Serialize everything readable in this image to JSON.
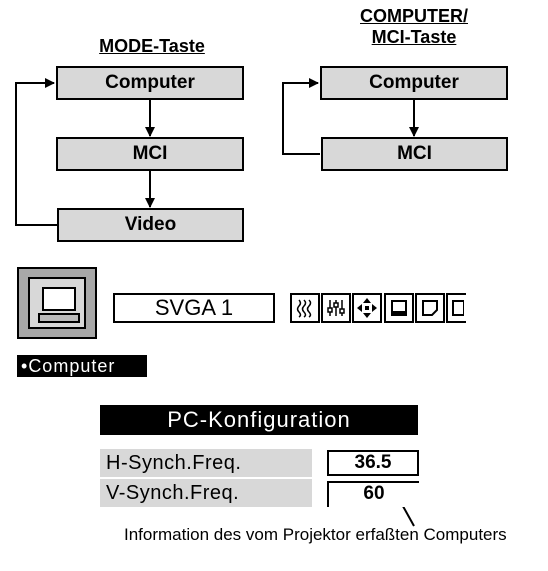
{
  "mode_diagram": {
    "title": "MODE-Taste",
    "items": [
      "Computer",
      "MCI",
      "Video"
    ]
  },
  "computer_diagram": {
    "title_line1": "COMPUTER/",
    "title_line2": "MCI-Taste",
    "items": [
      "Computer",
      "MCI"
    ]
  },
  "toolbar": {
    "mode_label": "SVGA 1",
    "icons": [
      "image-adjust-icon",
      "sound-adjust-icon",
      "move-icon",
      "screen-icon",
      "page-icon",
      "more-icon"
    ]
  },
  "source_label": "Computer",
  "pc_config": {
    "title": "PC-Konfiguration",
    "rows": [
      {
        "label": "H-Synch.Freq.",
        "value": "36.5"
      },
      {
        "label": "V-Synch.Freq.",
        "value": "60"
      }
    ]
  },
  "note": "Information des vom Projektor erfaßten Computers"
}
